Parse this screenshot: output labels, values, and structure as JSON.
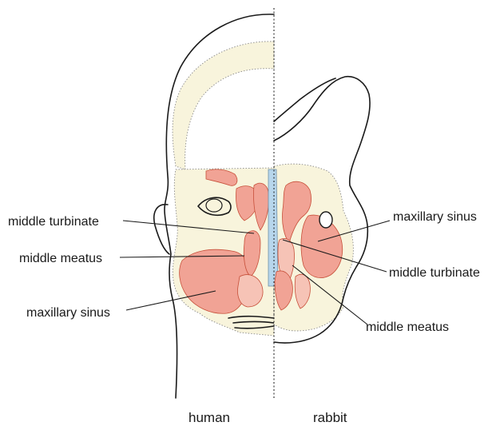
{
  "colors": {
    "outline": "#1a1a1a",
    "bone_fill": "#f8f4dc",
    "sinus_fill": "#f1a395",
    "sinus_fill_light": "#f6c3b6",
    "septum_fill": "#b7d6ec"
  },
  "labels": {
    "human_middle_turbinate": "middle turbinate",
    "human_middle_meatus": "middle meatus",
    "human_maxillary_sinus": "maxillary sinus",
    "rabbit_maxillary_sinus": "maxillary sinus",
    "rabbit_middle_turbinate": "middle turbinate",
    "rabbit_middle_meatus": "middle meatus"
  },
  "captions": {
    "left": "human",
    "right": "rabbit"
  }
}
